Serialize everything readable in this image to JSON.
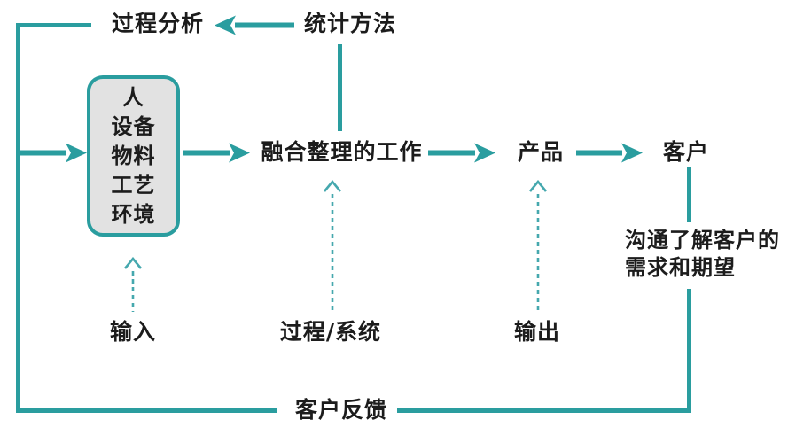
{
  "diagram": {
    "type": "process-flow",
    "language": "zh-CN",
    "colors": {
      "solid_line": "#2A9D9F",
      "dashed_line": "#45A8AE",
      "box_fill": "#E2E2E2",
      "box_border": "#2A9D9F",
      "text": "#1C1C1C",
      "background": "#FFFFFF"
    },
    "labels": {
      "process_analysis": "过程分析",
      "statistical_method": "统计方法",
      "work": "融合整理的工作",
      "product": "产品",
      "customer": "客户",
      "communicate_line1": "沟通了解客户的",
      "communicate_line2": "需求和期望",
      "input": "输入",
      "process_system": "过程/系统",
      "output": "输出",
      "customer_feedback": "客户反馈"
    },
    "input_box_items": [
      "人",
      "设备",
      "物料",
      "工艺",
      "环境"
    ]
  }
}
